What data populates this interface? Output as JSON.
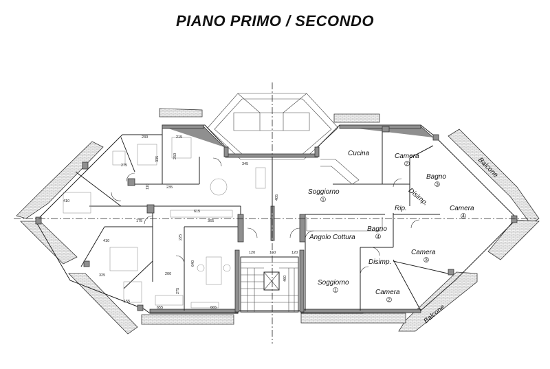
{
  "title": "PIANO PRIMO / SECONDO",
  "rooms": {
    "cucina": "Cucina",
    "camera_2_top": "Camera",
    "camera_2_top_num": "2",
    "bagno_3": "Bagno",
    "bagno_3_num": "3",
    "soggiorno_1_top": "Soggiorno",
    "soggiorno_1_top_num": "1",
    "disimp_top": "Disimp.",
    "camera_4": "Camera",
    "camera_4_num": "4",
    "rip": "Rip.",
    "bagno_4": "Bagno",
    "bagno_4_num": "4",
    "angolo_cottura": "Angolo Cottura",
    "camera_3": "Camera",
    "camera_3_num": "3",
    "disimp_bottom": "Disimp.",
    "soggiorno_1_bottom": "Soggiorno",
    "soggiorno_1_bottom_num": "1",
    "camera_2_bottom": "Camera",
    "camera_2_bottom_num": "2",
    "balcone_top": "Balcone",
    "balcone_bottom": "Balcone"
  },
  "dimensions": {
    "d230": "230",
    "d215": "215",
    "d345": "345",
    "d235": "235",
    "d615": "615",
    "d365": "365",
    "d175": "175",
    "d120a": "120",
    "d160": "160",
    "d120b": "120",
    "d640": "640",
    "d655": "655",
    "d665": "665",
    "d155": "155",
    "d325": "325",
    "d410a": "410",
    "d410b": "410",
    "d275": "275",
    "d335": "335",
    "d250": "250",
    "d200": "200",
    "d275b": "275",
    "d225": "225",
    "d110": "110",
    "d405": "405",
    "d460": "460"
  }
}
